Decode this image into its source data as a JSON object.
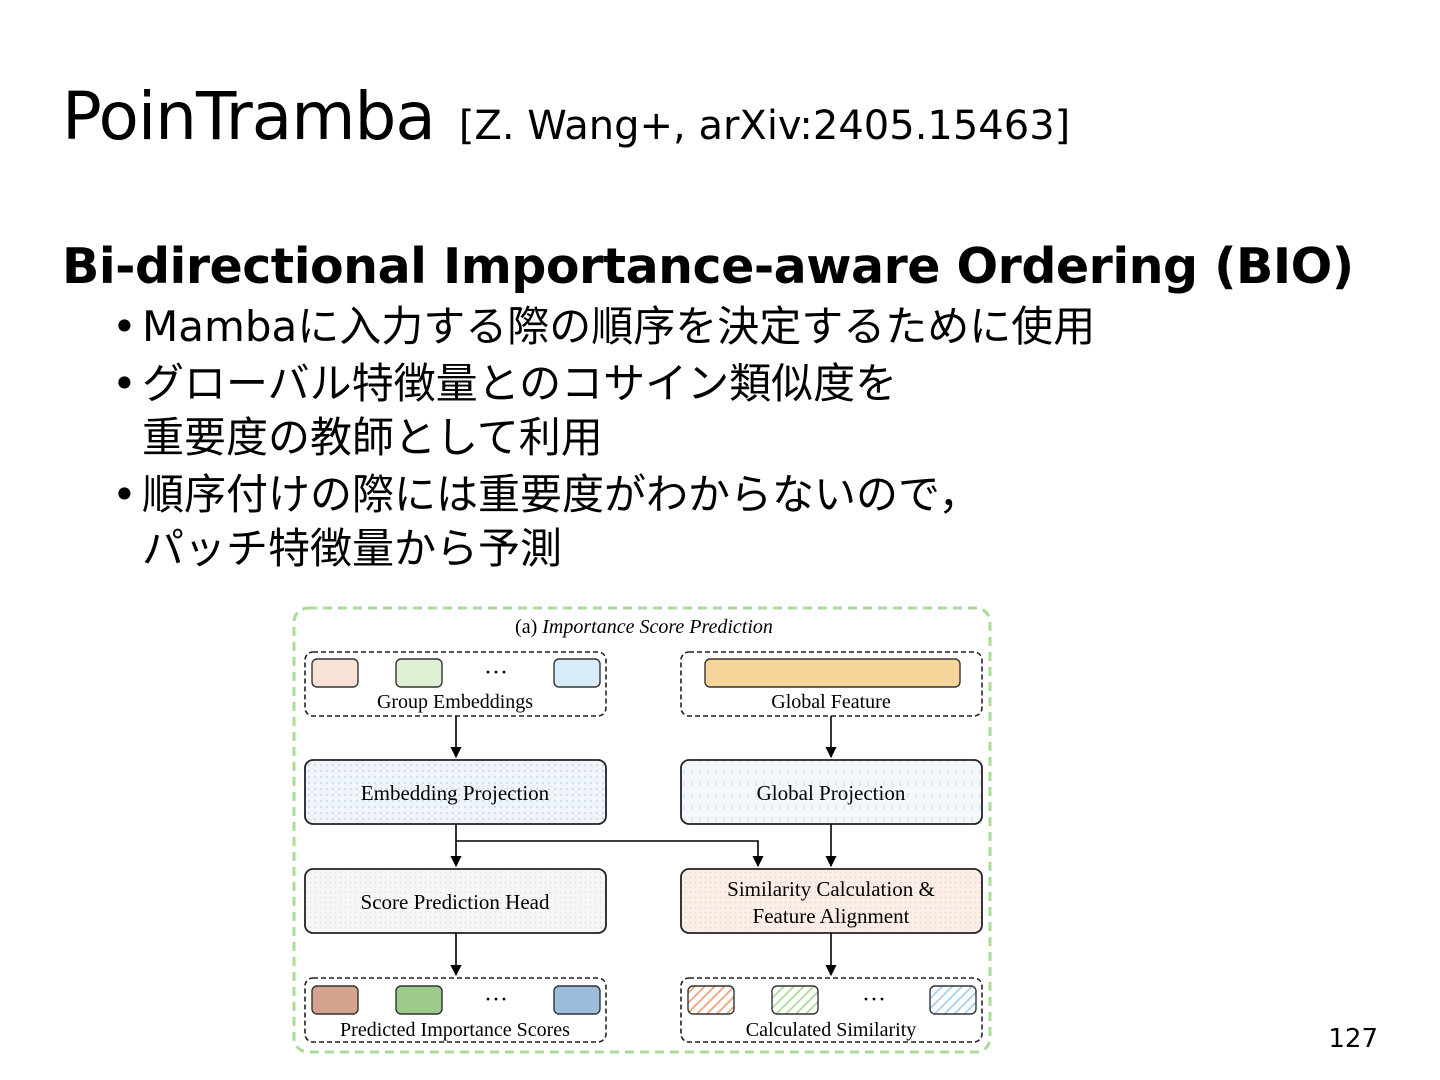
{
  "slide": {
    "title": "PoinTramba",
    "citation": "[Z. Wang+, arXiv:2405.15463]",
    "heading": "Bi-directional Importance-aware Ordering (BIO)",
    "bullets": [
      "Mambaに入力する際の順序を決定するために使用",
      "グローバル特徴量とのコサイン類似度を\n重要度の教師として利用",
      "順序付けの際には重要度がわからないので，\nパッチ特徴量から予測"
    ],
    "page_number": "127"
  },
  "figure": {
    "caption_prefix": "(a) ",
    "caption_italic": "Importance Score Prediction",
    "ellipsis": "···",
    "group_embeddings": "Group Embeddings",
    "global_feature": "Global Feature",
    "embedding_projection": "Embedding Projection",
    "global_projection": "Global Projection",
    "score_prediction_head": "Score Prediction Head",
    "similarity_line1": "Similarity Calculation &",
    "similarity_line2": "Feature Alignment",
    "predicted_scores": "Predicted Importance Scores",
    "calculated_similarity": "Calculated Similarity",
    "colors": {
      "frame_green": "#a9dc98",
      "embed_1": "#fbe2d6",
      "embed_2": "#dff0d5",
      "embed_3": "#d8ecf9",
      "global_feature": "#f6d59b",
      "score_1": "#d4a48e",
      "score_2": "#9dc98a",
      "score_3": "#9cbedc"
    }
  }
}
